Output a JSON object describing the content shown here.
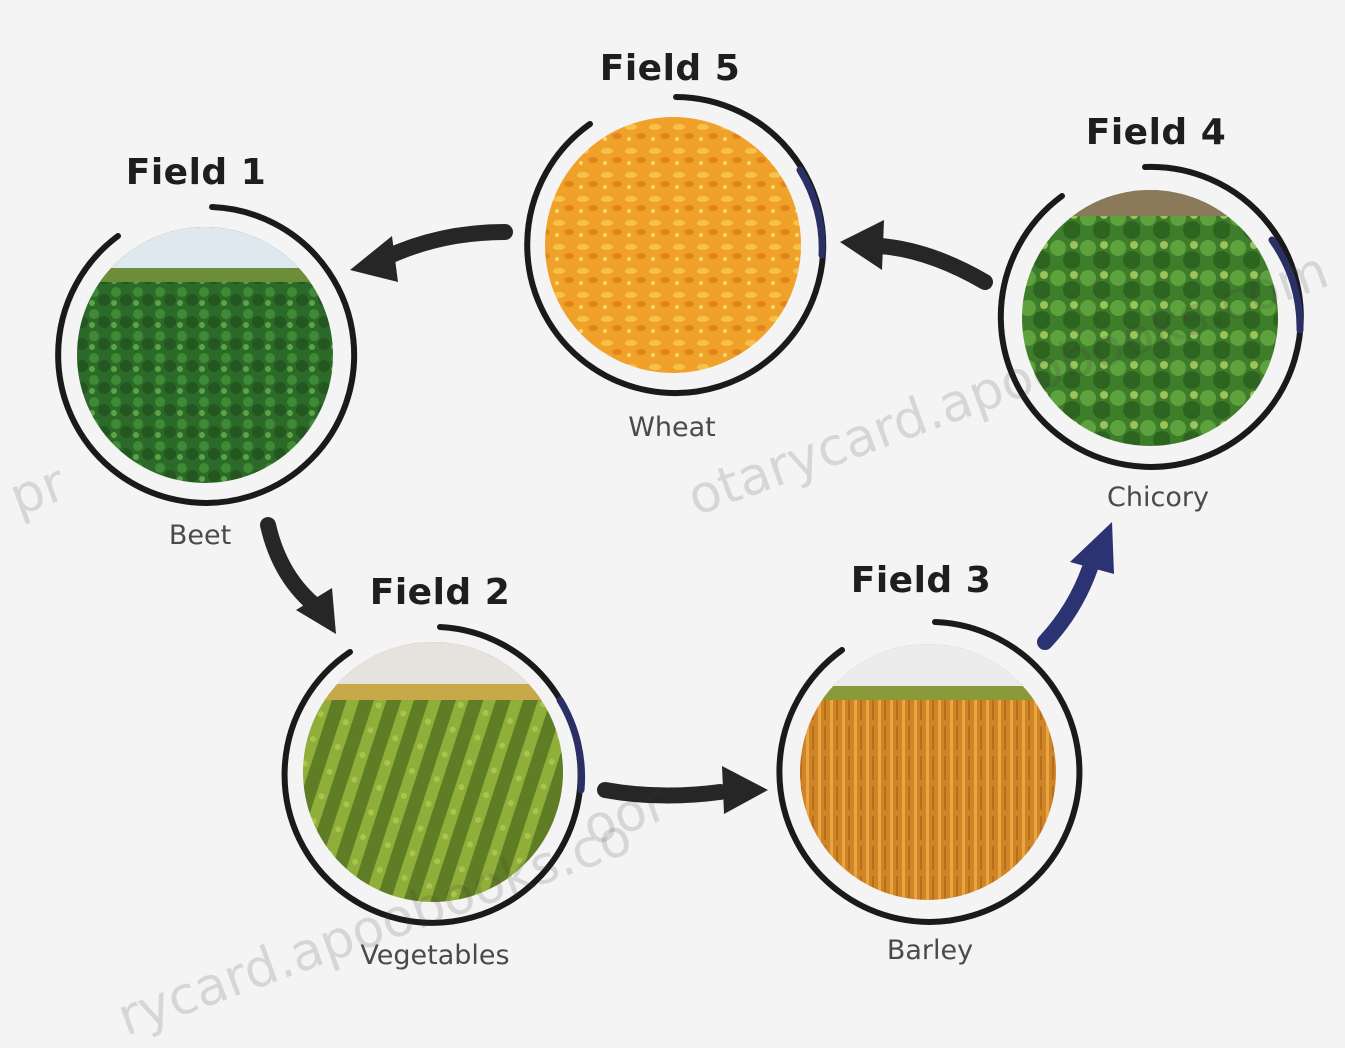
{
  "fields": [
    {
      "id": "field1",
      "title": "Field 1",
      "crop": "Beet"
    },
    {
      "id": "field2",
      "title": "Field 2",
      "crop": "Vegetables"
    },
    {
      "id": "field3",
      "title": "Field 3",
      "crop": "Barley"
    },
    {
      "id": "field4",
      "title": "Field 4",
      "crop": "Chicory"
    },
    {
      "id": "field5",
      "title": "Field 5",
      "crop": "Wheat"
    }
  ],
  "watermark": {
    "text_a": "otarycard.apoobooks.com",
    "text_b": "rycard.apoobooks.co",
    "text_c": "oor",
    "text_d": "pr"
  },
  "colors": {
    "ring": "#1a1a1a",
    "ring_accent": "#2a2f66",
    "arrow": "#262626",
    "arrow_accent": "#2c3372",
    "beet": "#2f6d2c",
    "vegetables": "#7a9a2e",
    "barley": "#d8952e",
    "chicory": "#4d8a35",
    "wheat": "#f0a82c"
  }
}
